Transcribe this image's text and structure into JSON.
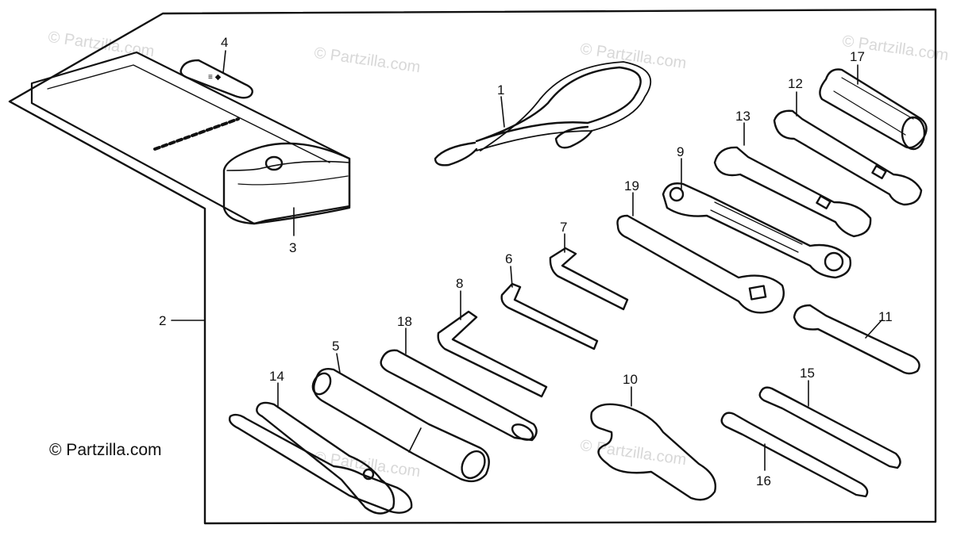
{
  "copyright": "© Partzilla.com",
  "watermark": "© Partzilla.com",
  "callouts": [
    "1",
    "2",
    "3",
    "4",
    "5",
    "6",
    "7",
    "8",
    "9",
    "10",
    "11",
    "12",
    "13",
    "14",
    "15",
    "16",
    "17",
    "18",
    "19"
  ],
  "colors": {
    "ink": "#111111",
    "paper": "#ffffff",
    "watermark": "#d8d8d8"
  }
}
